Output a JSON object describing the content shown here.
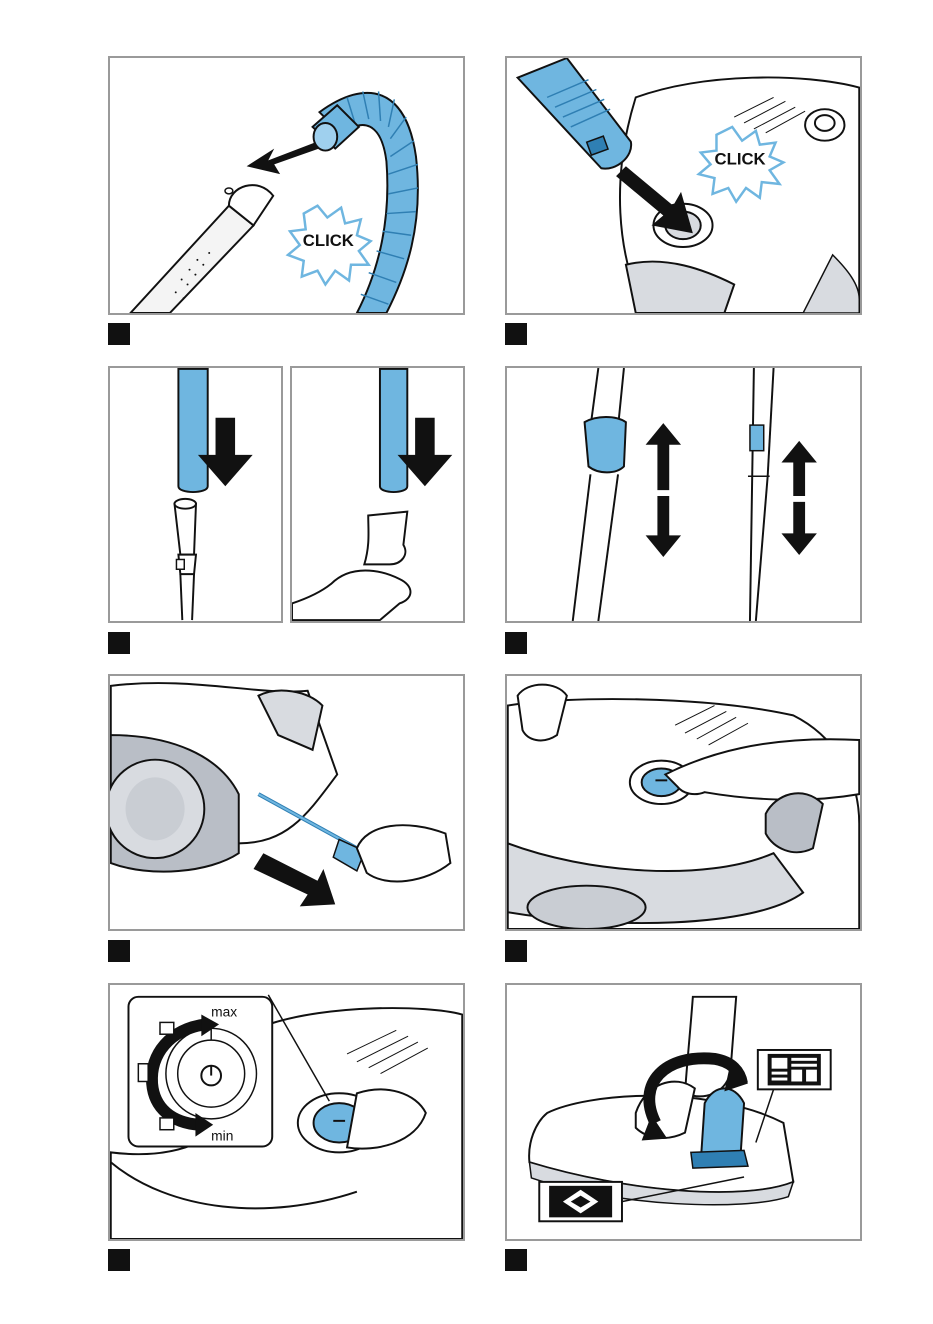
{
  "colors": {
    "blue": "#6fb6e0",
    "blue_dark": "#2f7fb3",
    "frame": "#9a9a9a",
    "grey": "#d8dbe0",
    "grey_dark": "#b9bec6"
  },
  "labels": {
    "click_1": "CLICK",
    "click_2": "CLICK",
    "dial_max": "max",
    "dial_min": "min"
  }
}
